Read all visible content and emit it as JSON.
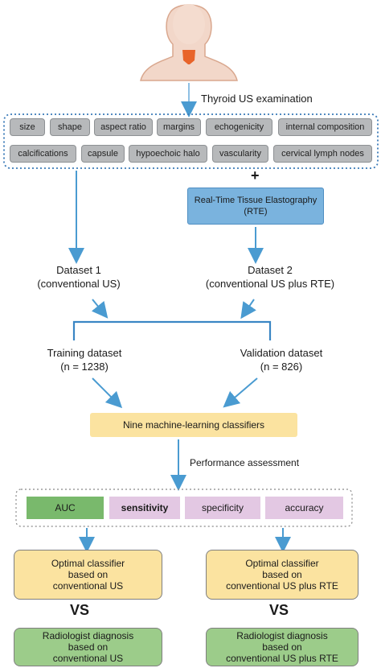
{
  "exam_label": "Thyroid US examination",
  "features_row1": [
    "size",
    "shape",
    "aspect ratio",
    "margins",
    "echogenicity",
    "internal composition"
  ],
  "features_row2": [
    "calcifications",
    "capsule",
    "hypoechoic halo",
    "vascularity",
    "cervical lymph nodes"
  ],
  "plus_sign": "+",
  "rte_box": {
    "line1": "Real-Time Tissue Elastography",
    "line2": "(RTE)"
  },
  "dataset1": {
    "line1": "Dataset 1",
    "line2": "(conventional US)"
  },
  "dataset2": {
    "line1": "Dataset 2",
    "line2": "(conventional US plus RTE)"
  },
  "training": {
    "line1": "Training dataset",
    "line2": "(n = 1238)"
  },
  "validation": {
    "line1": "Validation dataset",
    "line2": "(n = 826)"
  },
  "classifiers_label": "Nine machine-learning classifiers",
  "performance_label": "Performance assessment",
  "metrics": [
    "AUC",
    "sensitivity",
    "specificity",
    "accuracy"
  ],
  "optimal_left": {
    "line1": "Optimal classifier",
    "line2": "based on",
    "line3": "conventional US"
  },
  "optimal_right": {
    "line1": "Optimal classifier",
    "line2": "based on",
    "line3": "conventional US plus RTE"
  },
  "vs_label": "VS",
  "radiologist_left": {
    "line1": "Radiologist diagnosis",
    "line2": "based on",
    "line3": "conventional US"
  },
  "radiologist_right": {
    "line1": "Radiologist diagnosis",
    "line2": "based on",
    "line3": "conventional US plus RTE"
  },
  "colors": {
    "arrow": "#4a9bd1",
    "rte_box": "#7ab3de",
    "orange_box": "#fbe3a0",
    "green_box": "#9ccc8a",
    "auc": "#79b96c",
    "metric_purple": "#e3c8e3",
    "tag_gray": "#b7b9bb"
  }
}
